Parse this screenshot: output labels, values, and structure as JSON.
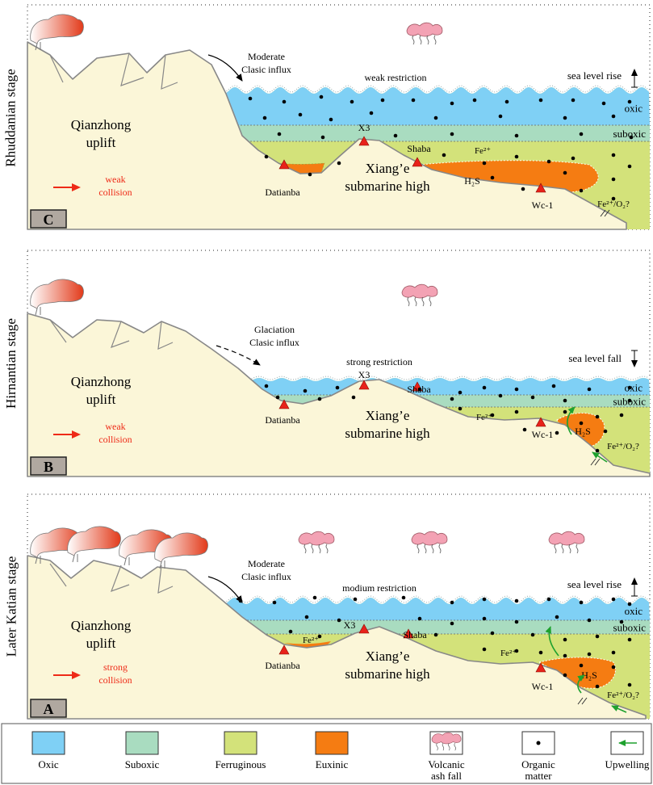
{
  "panels": [
    {
      "letter": "C",
      "stage": "Rhuddanian stage",
      "uplift": [
        "Qianzhong",
        "uplift"
      ],
      "influx": [
        "Moderate",
        "Clasic influx"
      ],
      "restriction": "weak restriction",
      "sea_level": "sea level rise",
      "oxic": "oxic",
      "suboxic": "suboxic",
      "high": [
        "Xiang’e",
        "submarine high"
      ],
      "collision": [
        "weak",
        "collision"
      ],
      "sites": {
        "datianba": "Datianba",
        "x3": "X3",
        "shaba": "Shaba",
        "wc1": "Wc-1"
      },
      "fe": "Fe²⁺",
      "h2s": "H₂S",
      "fe_o2": "Fe²⁺/O₂?"
    },
    {
      "letter": "B",
      "stage": "Hirnantian stage",
      "uplift": [
        "Qianzhong",
        "uplift"
      ],
      "influx": [
        "Glaciation",
        "Clasic influx"
      ],
      "restriction": "strong restriction",
      "sea_level": "sea level fall",
      "oxic": "oxic",
      "suboxic": "suboxic",
      "high": [
        "Xiang’e",
        "submarine high"
      ],
      "collision": [
        "weak",
        "collision"
      ],
      "sites": {
        "datianba": "Datianba",
        "x3": "X3",
        "shaba": "Shaba",
        "wc1": "Wc-1"
      },
      "fe": "Fe²⁺",
      "h2s": "H₂S",
      "fe_o2": "Fe²⁺/O₂?"
    },
    {
      "letter": "A",
      "stage": "Later Katian stage",
      "uplift": [
        "Qianzhong",
        "uplift"
      ],
      "influx": [
        "Moderate",
        "Clasic influx"
      ],
      "restriction": "modium restriction",
      "sea_level": "sea level rise",
      "oxic": "oxic",
      "suboxic": "suboxic",
      "high": [
        "Xiang’e",
        "submarine high"
      ],
      "collision": [
        "strong",
        "collision"
      ],
      "sites": {
        "datianba": "Datianba",
        "x3": "X3",
        "shaba": "Shaba",
        "wc1": "Wc-1"
      },
      "fe": "Fe²⁺",
      "fe2": "Fe²⁺",
      "h2s": "H₂S",
      "fe_o2": "Fe²⁺/O₂?"
    }
  ],
  "legend": [
    {
      "label": [
        "Oxic"
      ],
      "color": "#7fd0f5"
    },
    {
      "label": [
        "Suboxic"
      ],
      "color": "#a9dcc0"
    },
    {
      "label": [
        "Ferruginous"
      ],
      "color": "#d3e27a"
    },
    {
      "label": [
        "Euxinic"
      ],
      "color": "#f57c12"
    },
    {
      "label": [
        "Volcanic",
        "ash fall"
      ],
      "icon": "volcanic-ash-icon"
    },
    {
      "label": [
        "Organic",
        "matter"
      ],
      "icon": "organic-dot-icon"
    },
    {
      "label": [
        "Upwelling"
      ],
      "icon": "upwelling-arrow-icon"
    }
  ],
  "colors": {
    "land": "#fbf6d8",
    "oxic": "#7fd0f5",
    "suboxic": "#a9dcc0",
    "ferruginous": "#d3e27a",
    "euxinic": "#f57c12",
    "volcanic_dark": "#e23a1a",
    "ash": "#f3a2b4",
    "collision": "#ee2a17",
    "upwelling": "#1ea12e",
    "site_marker": "#e8221a",
    "label_box": "#b0a8a0"
  }
}
